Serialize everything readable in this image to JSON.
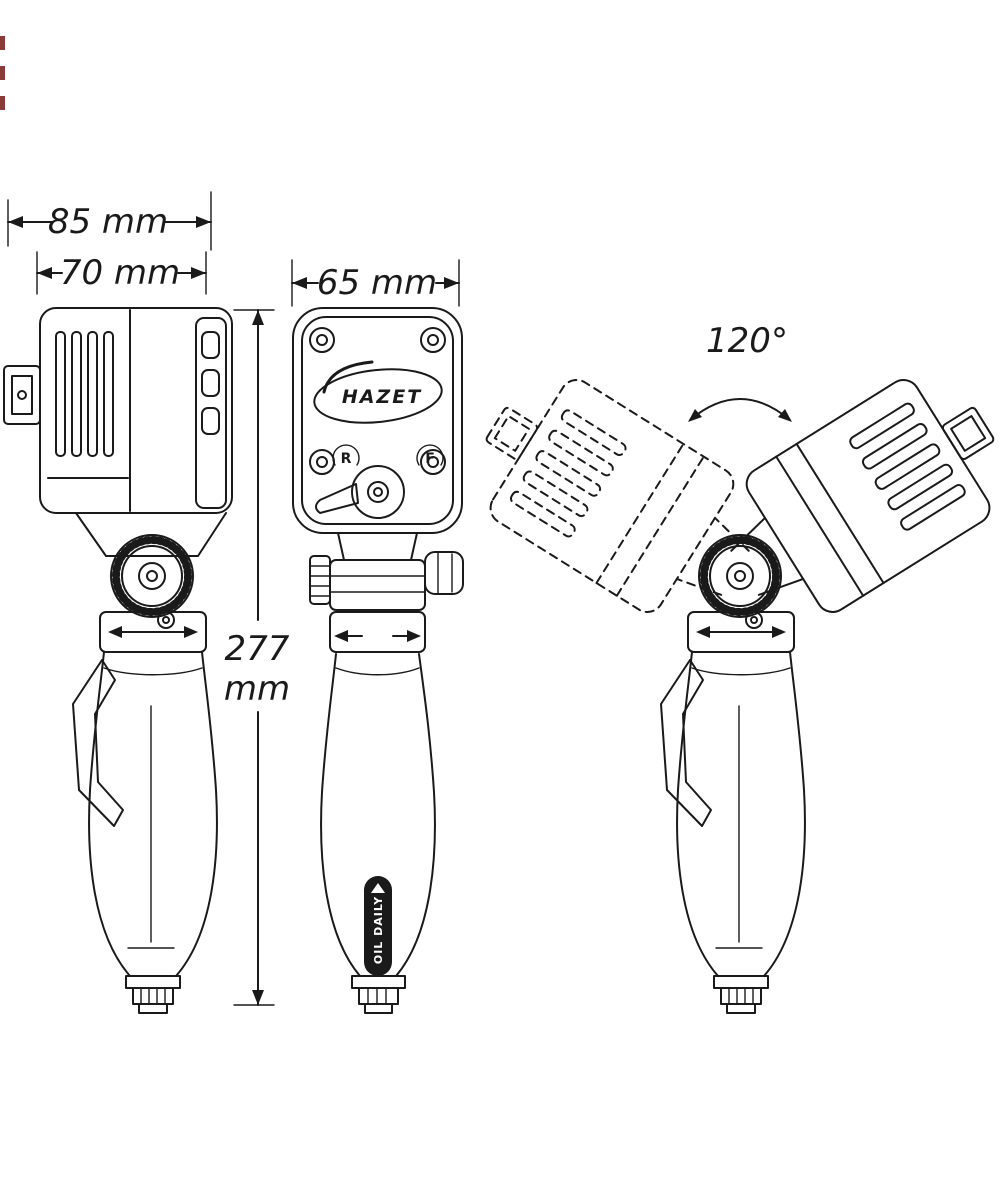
{
  "diagram": {
    "background_color": "#ffffff",
    "line_color": "#1a1a1a",
    "artifact_color": "#8b3a3a",
    "dimensions": {
      "overall_width": "85 mm",
      "body_width": "70 mm",
      "front_width": "65 mm",
      "height_value": "277",
      "height_unit": "mm",
      "swivel_angle": "120°"
    },
    "labels": {
      "brand": "HAZET",
      "direction_reverse": "R",
      "direction_forward": "F",
      "handle_note": "OIL DAILY"
    }
  }
}
